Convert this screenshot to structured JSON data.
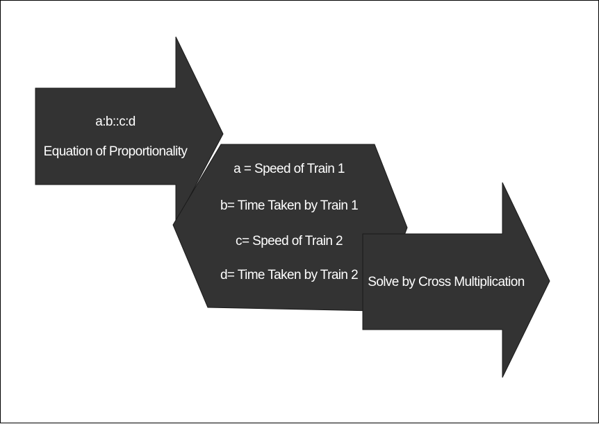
{
  "shape_fill": "#333333",
  "shape_stroke": "#1a1a1a",
  "text_color": "#ffffff",
  "steps": [
    {
      "lines": [
        "a:b::c:d",
        "Equation of Proportionality"
      ]
    },
    {
      "lines": [
        "a = Speed of Train 1",
        "b= Time Taken by Train 1",
        "c= Speed of Train 2",
        "d= Time Taken by Train 2"
      ]
    },
    {
      "lines": [
        "Solve by Cross Multiplication"
      ]
    }
  ]
}
